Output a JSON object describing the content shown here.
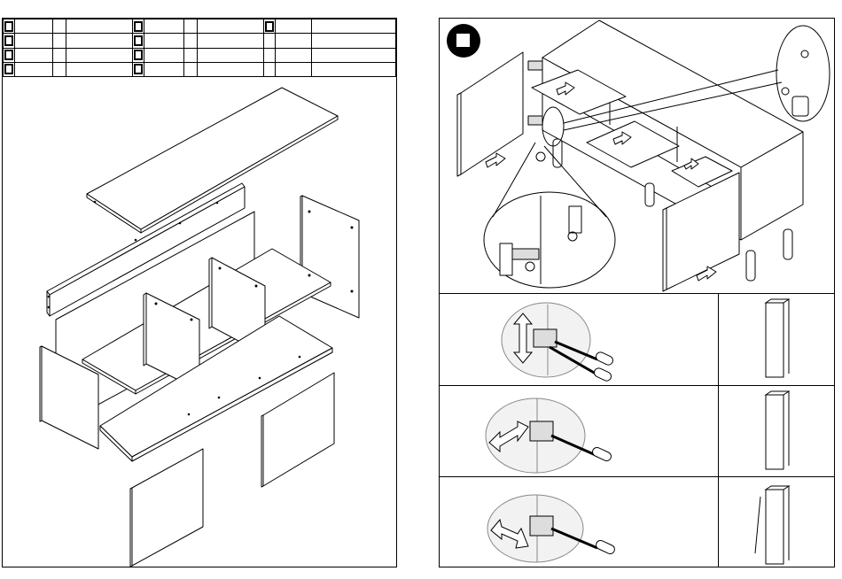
{
  "left_page": {
    "parts_table": {
      "rows": [
        {
          "cells": [
            "",
            "",
            ""
          ]
        },
        {
          "cells": [
            "",
            "",
            ""
          ]
        },
        {
          "cells": [
            "",
            "",
            ""
          ]
        },
        {
          "cells": [
            "",
            "",
            ""
          ]
        }
      ]
    },
    "illustration": "exploded-cabinet"
  },
  "right_page": {
    "step_badge": "",
    "adjustment_rows": [
      {
        "direction": "vertical"
      },
      {
        "direction": "horizontal"
      },
      {
        "direction": "depth"
      }
    ]
  },
  "colors": {
    "ink": "#000000",
    "paper": "#ffffff",
    "shade": "#dddddd"
  }
}
